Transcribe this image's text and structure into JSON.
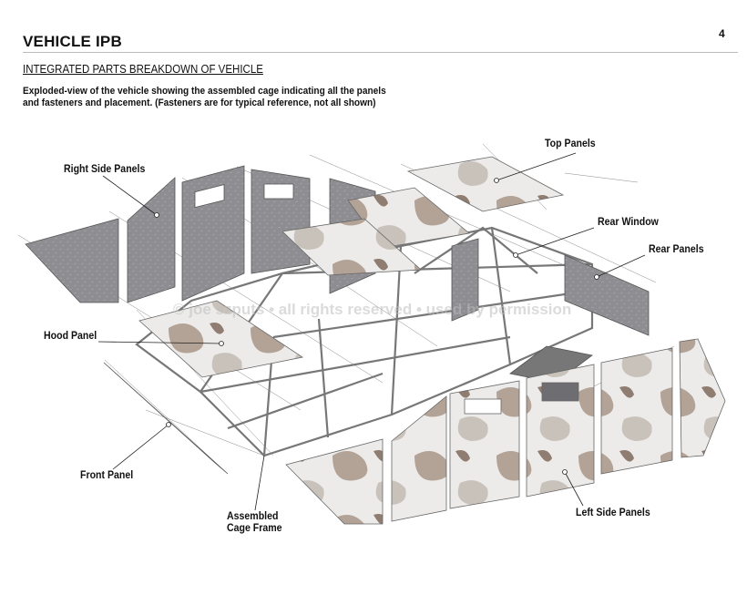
{
  "header": {
    "title": "VEHICLE IPB",
    "page_number": "4"
  },
  "section": {
    "heading": "INTEGRATED PARTS BREAKDOWN OF VEHICLE",
    "description_line1": "Exploded-view of the vehicle showing the assembled cage indicating all the panels",
    "description_line2": "and fasteners and placement. (Fasteners are for typical reference, not all shown)"
  },
  "labels": {
    "top_panels": "Top Panels",
    "right_side_panels": "Right Side Panels",
    "rear_window": "Rear Window",
    "rear_panels": "Rear Panels",
    "hood_panel": "Hood Panel",
    "front_panel": "Front Panel",
    "cage_frame_line1": "Assembled",
    "cage_frame_line2": "Cage Frame",
    "left_side_panels": "Left Side Panels"
  },
  "watermark": "© joe szputs  •  all rights reserved  •  used by permission",
  "colors": {
    "panel_grey": "#8e8e93",
    "camo_light": "#e6e4e1",
    "camo_tan": "#a8968a",
    "frame": "#c9c9cc"
  }
}
